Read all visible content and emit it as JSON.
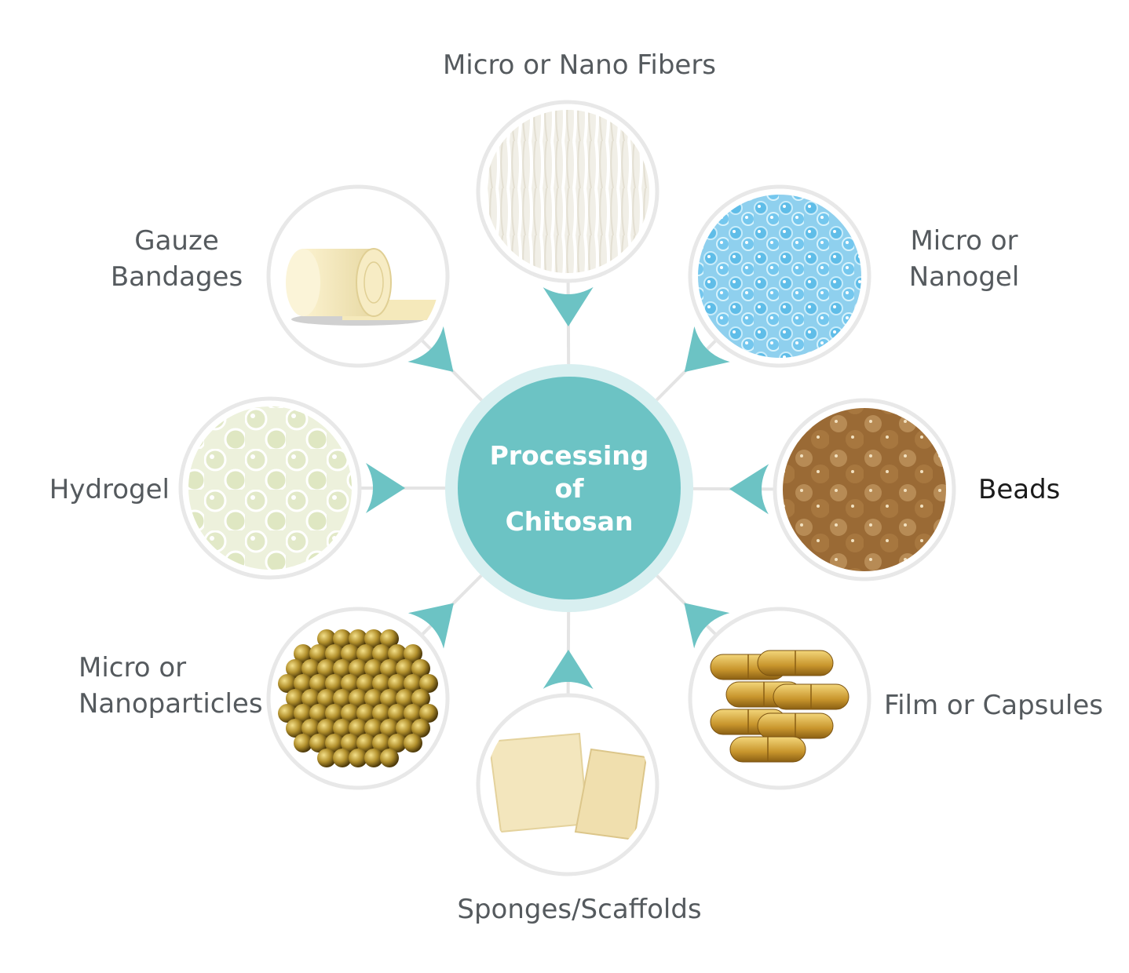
{
  "center": {
    "lines": [
      "Processing",
      "of",
      "Chitosan"
    ]
  },
  "nodes": [
    {
      "id": "fibers",
      "label_lines": [
        "Micro or Nano Fibers"
      ],
      "picture": "white-fibers"
    },
    {
      "id": "nanogel",
      "label_lines": [
        "Micro or",
        "Nanogel"
      ],
      "picture": "blue-gel-beads"
    },
    {
      "id": "beads",
      "label_lines": [
        "Beads"
      ],
      "picture": "brown-beads"
    },
    {
      "id": "capsules",
      "label_lines": [
        "Film or Capsules"
      ],
      "picture": "golden-capsules"
    },
    {
      "id": "sponges",
      "label_lines": [
        "Sponges/Scaffolds"
      ],
      "picture": "cream-sponges"
    },
    {
      "id": "nanoparticles",
      "label_lines": [
        "Micro or",
        "Nanoparticles"
      ],
      "picture": "gold-spheres"
    },
    {
      "id": "hydrogel",
      "label_lines": [
        "Hydrogel"
      ],
      "picture": "clear-hydrogel-spheres"
    },
    {
      "id": "gauze",
      "label_lines": [
        "Gauze",
        "Bandages"
      ],
      "picture": "gauze-roll"
    }
  ],
  "colors": {
    "teal": "#6cc3c4",
    "teal_halo": "#d8eff0",
    "ring": "#e8e8e8",
    "connector": "#e4e4e4",
    "label_gray": "#555a5e",
    "label_dark": "#1a1a1a",
    "center_text": "#ffffff"
  }
}
